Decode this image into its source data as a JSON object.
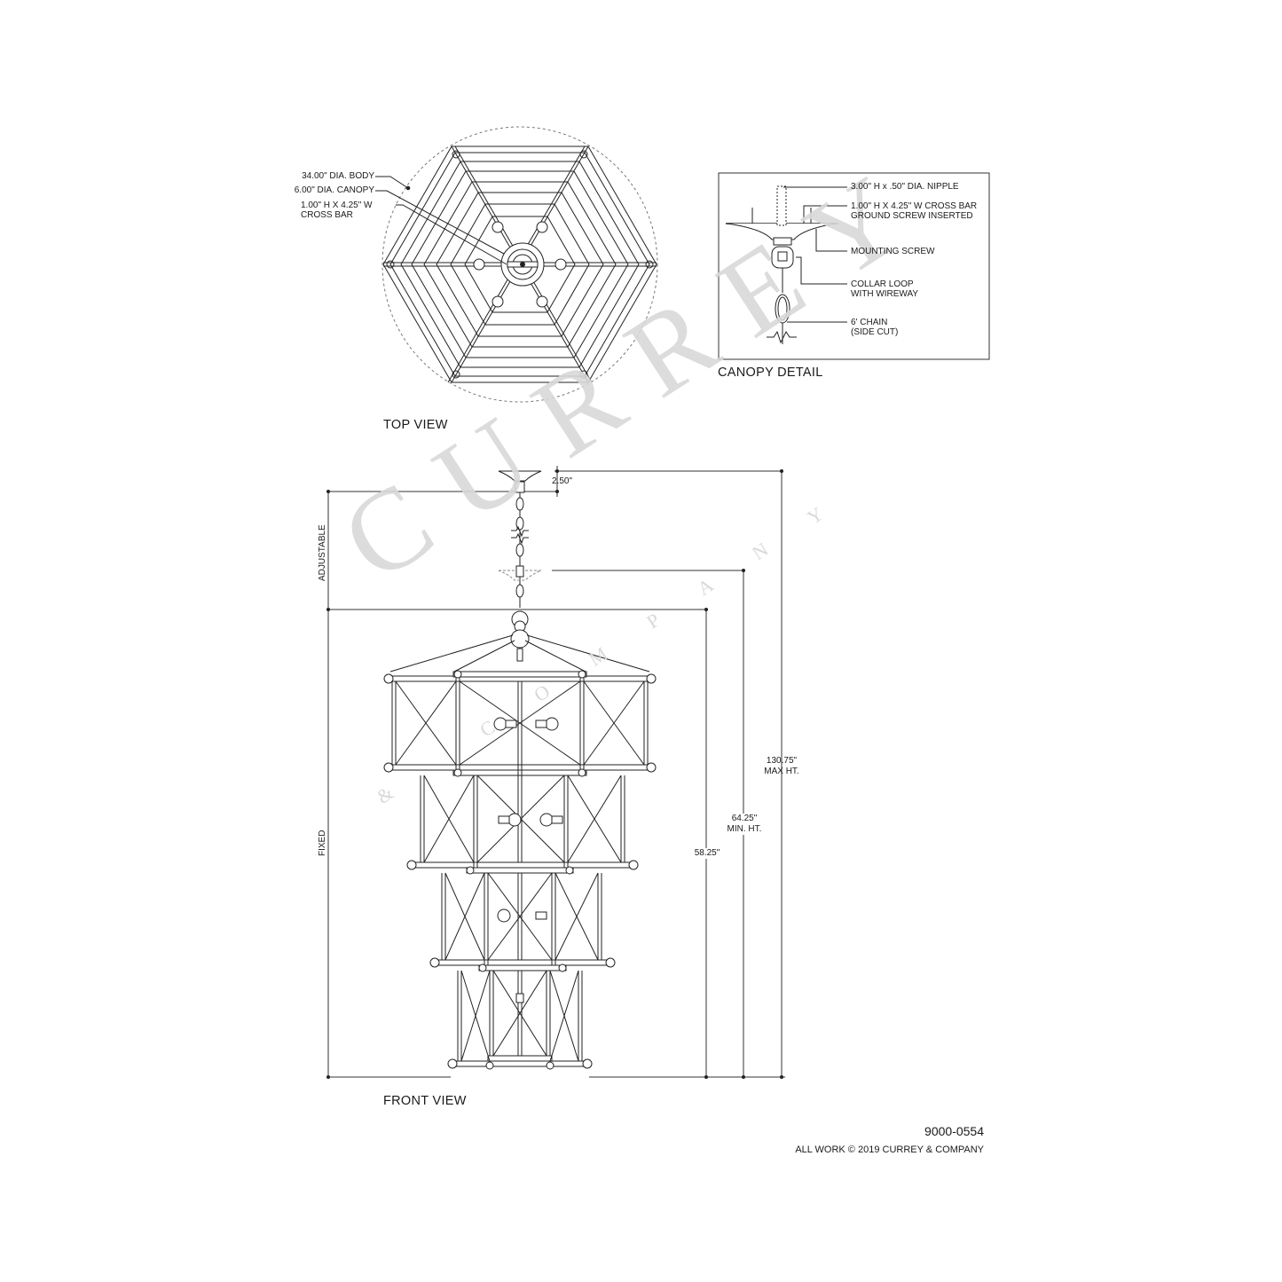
{
  "drawing": {
    "part_number": "9000-0554",
    "copyright": "ALL WORK © 2019 CURREY & COMPANY",
    "watermark": {
      "main": "CURREY",
      "sub": "& COMPANY"
    }
  },
  "top_view": {
    "title": "TOP VIEW",
    "callouts": [
      {
        "text": "34.00\" DIA. BODY"
      },
      {
        "text": "6.00\" DIA. CANOPY"
      },
      {
        "text": "1.00\" H X 4.25\" W",
        "text2": "CROSS BAR"
      }
    ]
  },
  "canopy_detail": {
    "title": "CANOPY DETAIL",
    "callouts": [
      {
        "text": "3.00\" H x .50\" DIA. NIPPLE"
      },
      {
        "text": "1.00\" H X 4.25\" W CROSS BAR",
        "text2": "GROUND SCREW INSERTED"
      },
      {
        "text": "MOUNTING SCREW"
      },
      {
        "text": "COLLAR LOOP",
        "text2": "WITH WIREWAY"
      },
      {
        "text": "6' CHAIN",
        "text2": "(SIDE CUT)"
      }
    ]
  },
  "front_view": {
    "title": "FRONT VIEW",
    "labels": {
      "adjustable": "ADJUSTABLE",
      "fixed": "FIXED"
    },
    "dimensions": {
      "canopy_height": "2.50\"",
      "fixed_height": "58.25\"",
      "min_height": "64.25\"",
      "min_height_label": "MIN. HT.",
      "max_height": "130.75\"",
      "max_height_label": "MAX HT."
    }
  }
}
